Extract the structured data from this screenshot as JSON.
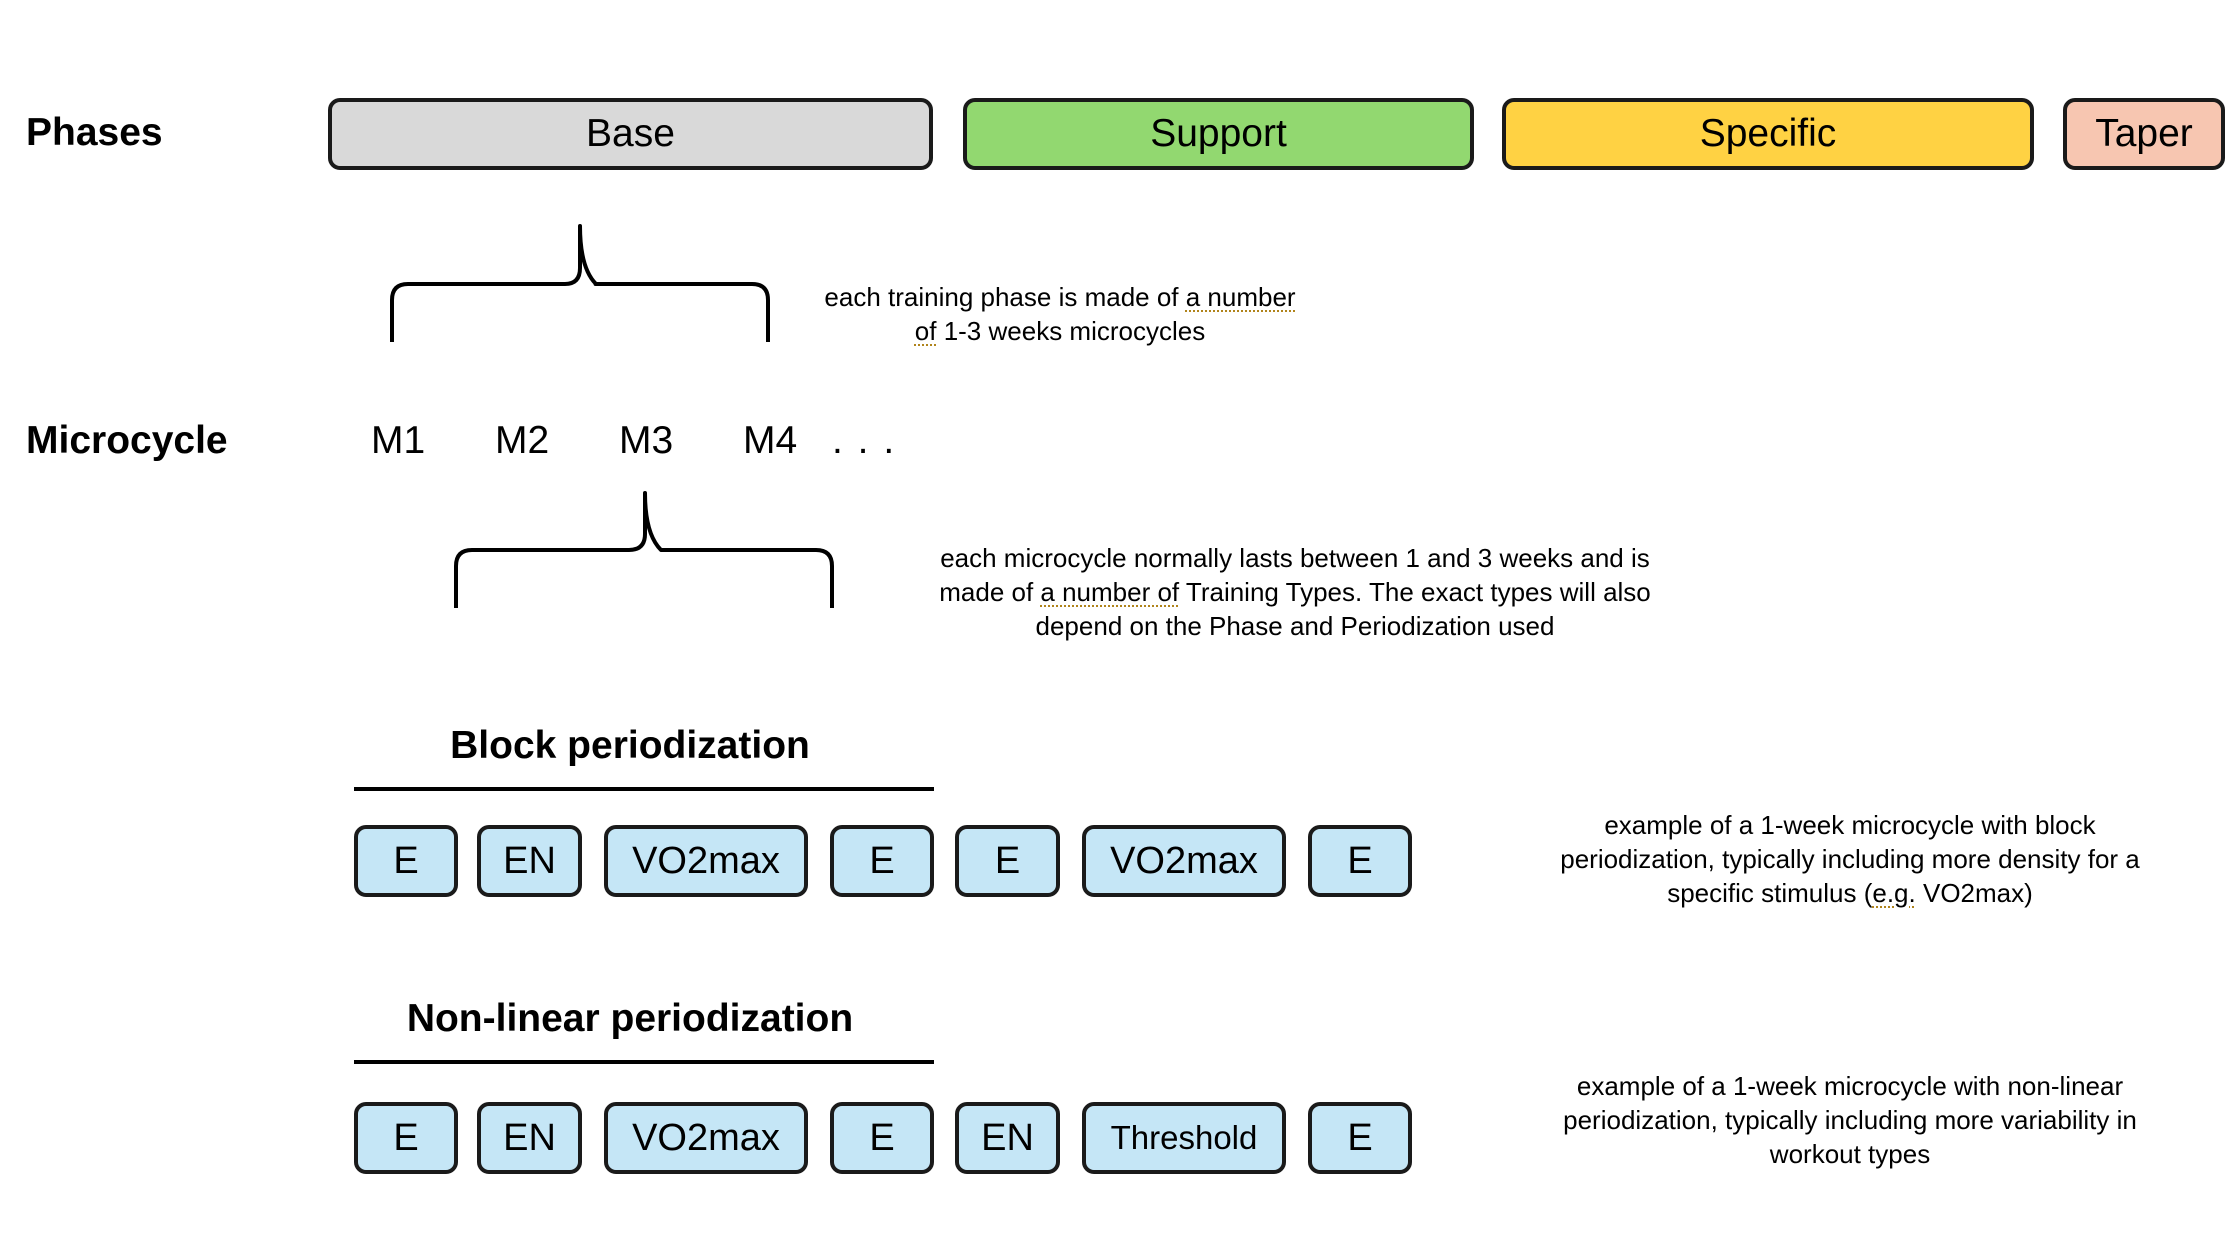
{
  "phases": {
    "label": "Phases",
    "items": [
      {
        "name": "Base",
        "color": "#d9d9d9"
      },
      {
        "name": "Support",
        "color": "#92d870"
      },
      {
        "name": "Specific",
        "color": "#ffd243"
      },
      {
        "name": "Taper",
        "color": "#f7c6b1"
      }
    ]
  },
  "note_phase": {
    "line1_a": "each training phase is made of ",
    "line1_b": "a number",
    "line2_a": "of",
    "line2_b": " 1-3 weeks microcycles"
  },
  "microcycle": {
    "label": "Microcycle",
    "items": [
      "M1",
      "M2",
      "M3",
      "M4"
    ],
    "ellipsis": ". . ."
  },
  "note_micro": {
    "line1": "each microcycle normally lasts between 1 and 3 weeks and is",
    "line2_a": "made of ",
    "line2_b": "a number of",
    "line2_c": " Training Types. The exact types will also",
    "line3": "depend on the Phase and Periodization used"
  },
  "block": {
    "title": "Block periodization",
    "types": [
      "E",
      "EN",
      "VO2max",
      "E",
      "E",
      "VO2max",
      "E"
    ],
    "note_line1": "example of a 1-week microcycle with block",
    "note_line2": "periodization, typically including more density for a",
    "note_line3_a": "specific stimulus (",
    "note_line3_b": "e.g.",
    "note_line3_c": " VO2max)"
  },
  "nonlinear": {
    "title": "Non-linear periodization",
    "types": [
      "E",
      "EN",
      "VO2max",
      "E",
      "EN",
      "Threshold",
      "E"
    ],
    "note_line1": "example of a 1-week microcycle with non-linear",
    "note_line2": "periodization, typically including more variability in",
    "note_line3": "workout types"
  },
  "colors": {
    "training_box": "#c5e6f6",
    "border": "#1a1a1a",
    "spellcheck_underline": "#b0841c"
  }
}
